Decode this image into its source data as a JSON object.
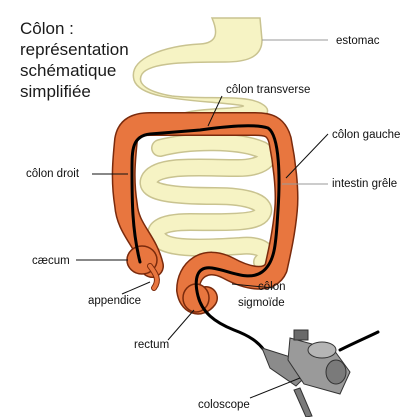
{
  "title_lines": [
    "Côlon :",
    "représentation",
    "schématique",
    "simplifiée"
  ],
  "labels": {
    "estomac": "estomac",
    "colon_transverse": "côlon transverse",
    "colon_gauche": "côlon gauche",
    "colon_droit": "côlon droit",
    "intestin_grele": "intestin grêle",
    "caecum": "cæcum",
    "appendice": "appendice",
    "colon_sigmoide_1": "côlon",
    "colon_sigmoide_2": "sigmoïde",
    "rectum": "rectum",
    "coloscope": "coloscope"
  },
  "colors": {
    "colon_fill": "#e8763f",
    "colon_outline": "#7a2a0c",
    "intestine_fill": "#f6f3c4",
    "intestine_outline": "#c9c390",
    "scope_line": "#000000",
    "pointer_line": "#9a9a9a",
    "device_body": "#8b8b8b"
  }
}
